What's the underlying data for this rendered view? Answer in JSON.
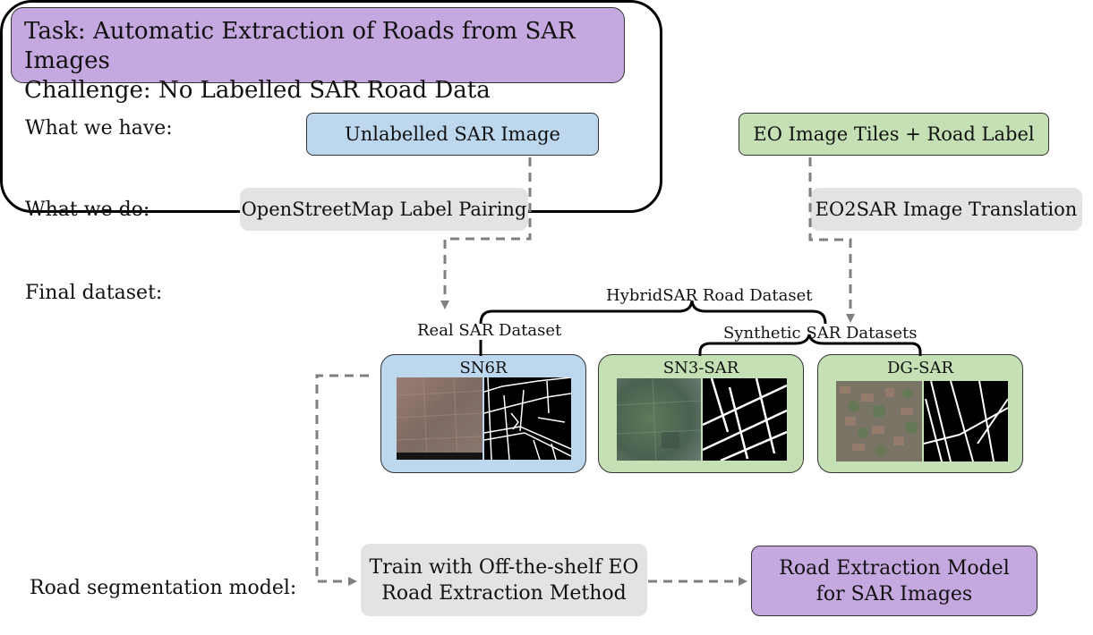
{
  "task": {
    "line1": "Task: Automatic Extraction of Roads from SAR Images",
    "line2": "Challenge: No Labelled SAR Road Data"
  },
  "rows": {
    "have": "What we have:",
    "do": "What we do:",
    "final": "Final dataset:",
    "model": "Road segmentation model:"
  },
  "have": {
    "sar": "Unlabelled SAR Image",
    "eo": "EO Image Tiles + Road Label"
  },
  "do": {
    "osm": "OpenStreetMap Label Pairing",
    "translate": "EO2SAR Image Translation"
  },
  "dataset": {
    "hybrid": "HybridSAR Road Dataset",
    "real": "Real SAR Dataset",
    "synthetic": "Synthetic SAR Datasets",
    "cards": [
      {
        "name": "SN6R",
        "color": "#bdd7ee"
      },
      {
        "name": "SN3-SAR",
        "color": "#c5e0b4"
      },
      {
        "name": "DG-SAR",
        "color": "#c5e0b4"
      }
    ]
  },
  "model": {
    "train_line1": "Train with Off-the-shelf EO",
    "train_line2": "Road Extraction Method",
    "result_line1": "Road Extraction Model",
    "result_line2": "for SAR Images"
  },
  "colors": {
    "arrow": "#7f7f7f",
    "purple": "#c5a8e0",
    "blue": "#bdd7ee",
    "green": "#c5e0b4",
    "grey": "#e3e3e3"
  }
}
